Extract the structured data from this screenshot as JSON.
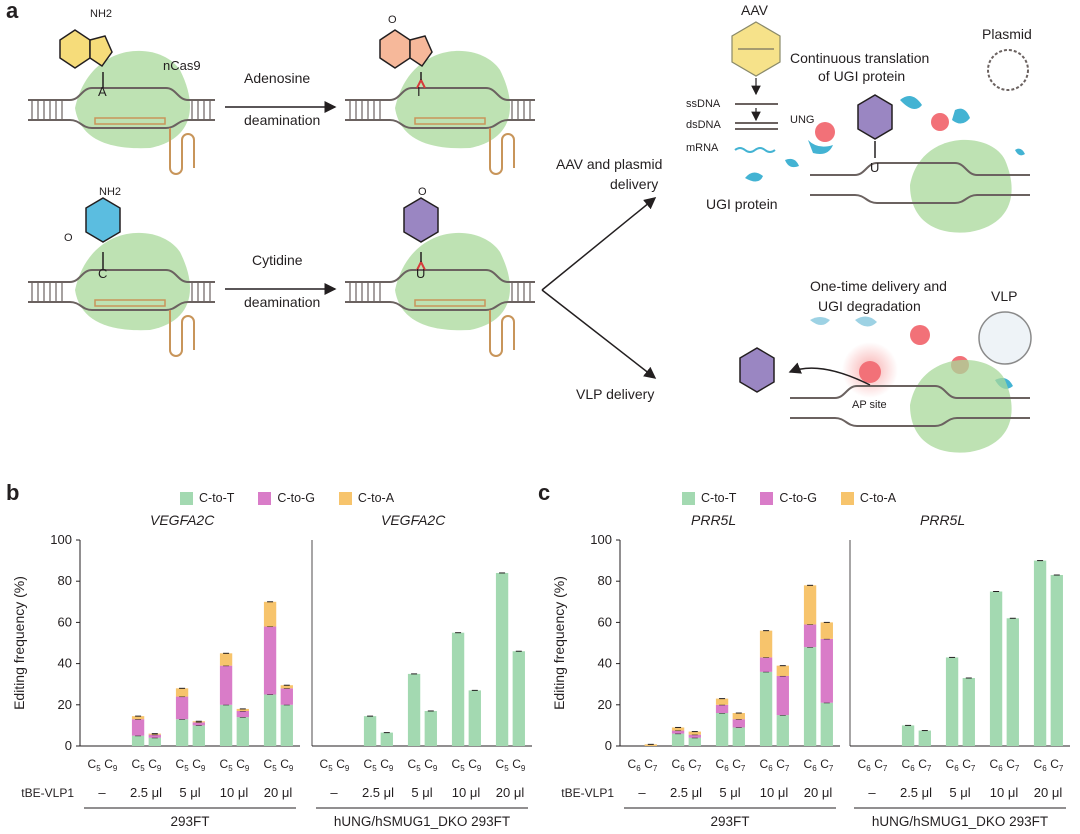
{
  "panels": {
    "a": "a",
    "b": "b",
    "c": "c"
  },
  "schematic": {
    "ncas9": "nCas9",
    "adenosine_top": "Adenosine",
    "adenosine_bottom": "deamination",
    "cytidine_top": "Cytidine",
    "cytidine_bottom": "deamination",
    "nh2_a": "NH2",
    "nh2_c": "NH2",
    "o_i": "O",
    "o_u": "O",
    "o_c": "O",
    "base_a": "A",
    "base_i": "I",
    "base_c": "C",
    "base_u": "U",
    "base_u2": "U",
    "aav": "AAV",
    "plasmid": "Plasmid",
    "ssdna": "ssDNA",
    "dsdna": "dsDNA",
    "mrna": "mRNA",
    "ugi_protein": "UGI protein",
    "continuous_1": "Continuous translation",
    "continuous_2": "of UGI protein",
    "ung": "UNG",
    "aav_plasmid_1": "AAV and plasmid",
    "aav_plasmid_2": "delivery",
    "vlp_delivery": "VLP delivery",
    "onetime_1": "One-time delivery and",
    "onetime_2": "UGI degradation",
    "vlp": "VLP",
    "ap_site": "AP site"
  },
  "legend": [
    {
      "label": "C-to-T",
      "color": "#a3d9b1"
    },
    {
      "label": "C-to-G",
      "color": "#d97cc8"
    },
    {
      "label": "C-to-A",
      "color": "#f7c46c"
    }
  ],
  "colors": {
    "ct": "#a3d9b1",
    "cg": "#d97cc8",
    "ca": "#f7c46c",
    "orange": "#c8955a"
  },
  "chart_data": [
    {
      "type": "bar",
      "title": "VEGFA2C",
      "ylabel": "Editing frequency (%)",
      "ylim": [
        0,
        100
      ],
      "yticks": [
        "0",
        "20",
        "40",
        "60",
        "80",
        "100"
      ],
      "group_label": "tBE-VLP1",
      "groups": [
        "–",
        "2.5 μl",
        "5 μl",
        "10 μl",
        "20 μl"
      ],
      "sites": [
        "C5",
        "C9"
      ],
      "cell_line": "293FT",
      "series": [
        {
          "name": "C-to-T",
          "values": [
            [
              0,
              0
            ],
            [
              5,
              4
            ],
            [
              13,
              10
            ],
            [
              20,
              14
            ],
            [
              25,
              20
            ]
          ]
        },
        {
          "name": "C-to-G",
          "values": [
            [
              0,
              0
            ],
            [
              8,
              1.5
            ],
            [
              11,
              1.5
            ],
            [
              19,
              3
            ],
            [
              33,
              8
            ]
          ]
        },
        {
          "name": "C-to-A",
          "values": [
            [
              0,
              0
            ],
            [
              1.5,
              0.5
            ],
            [
              4,
              0.5
            ],
            [
              6,
              1
            ],
            [
              12,
              1.5
            ]
          ]
        }
      ]
    },
    {
      "type": "bar",
      "title": "VEGFA2C",
      "ylim": [
        0,
        100
      ],
      "groups": [
        "–",
        "2.5 μl",
        "5 μl",
        "10 μl",
        "20 μl"
      ],
      "sites": [
        "C5",
        "C9"
      ],
      "cell_line": "hUNG/hSMUG1_DKO 293FT",
      "series": [
        {
          "name": "C-to-T",
          "values": [
            [
              0,
              0
            ],
            [
              14.5,
              6.5
            ],
            [
              35,
              17
            ],
            [
              55,
              27
            ],
            [
              84,
              46
            ]
          ]
        },
        {
          "name": "C-to-G",
          "values": [
            [
              0,
              0
            ],
            [
              0,
              0
            ],
            [
              0,
              0
            ],
            [
              0,
              0
            ],
            [
              0,
              0
            ]
          ]
        },
        {
          "name": "C-to-A",
          "values": [
            [
              0,
              0
            ],
            [
              0,
              0
            ],
            [
              0,
              0
            ],
            [
              0,
              0
            ],
            [
              0,
              0
            ]
          ]
        }
      ]
    },
    {
      "type": "bar",
      "title": "PRR5L",
      "ylabel": "Editing frequency (%)",
      "ylim": [
        0,
        100
      ],
      "yticks": [
        "0",
        "20",
        "40",
        "60",
        "80",
        "100"
      ],
      "group_label": "tBE-VLP1",
      "groups": [
        "–",
        "2.5 μl",
        "5 μl",
        "10 μl",
        "20 μl"
      ],
      "sites": [
        "C6",
        "C7"
      ],
      "cell_line": "293FT",
      "series": [
        {
          "name": "C-to-T",
          "values": [
            [
              0,
              0
            ],
            [
              6,
              4
            ],
            [
              16,
              9
            ],
            [
              36,
              15
            ],
            [
              48,
              21
            ]
          ]
        },
        {
          "name": "C-to-G",
          "values": [
            [
              0,
              0
            ],
            [
              1.5,
              1.5
            ],
            [
              4,
              4
            ],
            [
              7,
              19
            ],
            [
              11,
              31
            ]
          ]
        },
        {
          "name": "C-to-A",
          "values": [
            [
              0,
              0.8
            ],
            [
              1.5,
              1.5
            ],
            [
              3,
              3
            ],
            [
              13,
              5
            ],
            [
              19,
              8
            ]
          ]
        }
      ]
    },
    {
      "type": "bar",
      "title": "PRR5L",
      "ylim": [
        0,
        100
      ],
      "groups": [
        "–",
        "2.5 μl",
        "5 μl",
        "10 μl",
        "20 μl"
      ],
      "sites": [
        "C6",
        "C7"
      ],
      "cell_line": "hUNG/hSMUG1_DKO 293FT",
      "series": [
        {
          "name": "C-to-T",
          "values": [
            [
              0,
              0
            ],
            [
              10,
              7.5
            ],
            [
              43,
              33
            ],
            [
              75,
              62
            ],
            [
              90,
              83
            ]
          ]
        },
        {
          "name": "C-to-G",
          "values": [
            [
              0,
              0
            ],
            [
              0,
              0
            ],
            [
              0,
              0
            ],
            [
              0,
              0
            ],
            [
              0,
              0
            ]
          ]
        },
        {
          "name": "C-to-A",
          "values": [
            [
              0,
              0
            ],
            [
              0,
              0
            ],
            [
              0,
              0
            ],
            [
              0,
              0
            ],
            [
              0,
              0
            ]
          ]
        }
      ]
    }
  ]
}
